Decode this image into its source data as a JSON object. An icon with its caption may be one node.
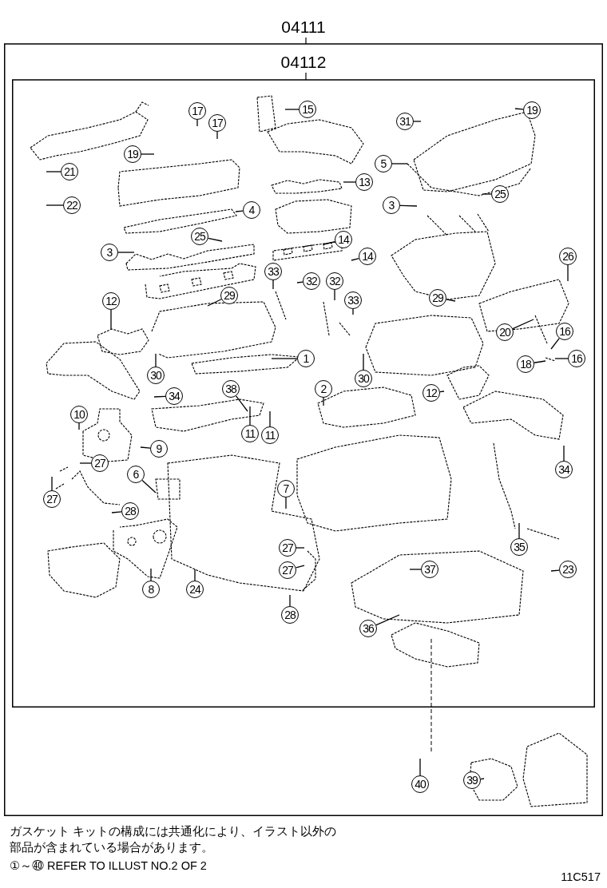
{
  "diagram": {
    "nodes": [
      {
        "text": [
          "04111"
        ]
      },
      {
        "text": [
          "04112"
        ],
        "in": 0
      },
      {
        "text": [
          "15"
        ],
        "in": 1
      },
      {
        "text": [
          "19"
        ],
        "in": 1
      },
      {
        "text": [
          "17"
        ],
        "in": 1
      },
      {
        "text": [
          "17"
        ],
        "in": 1
      },
      {
        "text": [
          "31"
        ],
        "in": 1
      },
      {
        "text": [
          "19"
        ],
        "in": 1
      },
      {
        "text": [
          "5"
        ],
        "in": 1
      },
      {
        "text": [
          "21"
        ],
        "in": 1
      },
      {
        "text": [
          "13"
        ],
        "in": 1
      },
      {
        "text": [
          "25"
        ],
        "in": 1
      },
      {
        "text": [
          "22"
        ],
        "in": 1
      },
      {
        "text": [
          "3"
        ],
        "in": 1
      },
      {
        "text": [
          "4"
        ],
        "in": 1
      },
      {
        "text": [
          "25"
        ],
        "in": 1
      },
      {
        "text": [
          "14"
        ],
        "in": 1
      },
      {
        "text": [
          "3"
        ],
        "in": 1
      },
      {
        "text": [
          "14"
        ],
        "in": 1
      },
      {
        "text": [
          "26"
        ],
        "in": 1
      },
      {
        "text": [
          "33"
        ],
        "in": 1
      },
      {
        "text": [
          "32"
        ],
        "in": 1
      },
      {
        "text": [
          "32"
        ],
        "in": 1
      },
      {
        "text": [
          "29"
        ],
        "in": 1
      },
      {
        "text": [
          "29"
        ],
        "in": 1
      },
      {
        "text": [
          "33"
        ],
        "in": 1
      },
      {
        "text": [
          "12"
        ],
        "in": 1
      },
      {
        "text": [
          "16"
        ],
        "in": 1
      },
      {
        "text": [
          "20"
        ],
        "in": 1
      },
      {
        "text": [
          "1"
        ],
        "in": 1
      },
      {
        "text": [
          "16"
        ],
        "in": 1
      },
      {
        "text": [
          "18"
        ],
        "in": 1
      },
      {
        "text": [
          "30"
        ],
        "in": 1
      },
      {
        "text": [
          "30"
        ],
        "in": 1
      },
      {
        "text": [
          "2"
        ],
        "in": 1
      },
      {
        "text": [
          "38"
        ],
        "in": 1
      },
      {
        "text": [
          "12"
        ],
        "in": 1
      },
      {
        "text": [
          "34"
        ],
        "in": 1
      },
      {
        "text": [
          "10"
        ],
        "in": 1
      },
      {
        "text": [
          "11"
        ],
        "in": 1
      },
      {
        "text": [
          "11"
        ],
        "in": 1
      },
      {
        "text": [
          "9"
        ],
        "in": 1
      },
      {
        "text": [
          "27"
        ],
        "in": 1
      },
      {
        "text": [
          "34"
        ],
        "in": 1
      },
      {
        "text": [
          "6"
        ],
        "in": 1
      },
      {
        "text": [
          "7"
        ],
        "in": 1
      },
      {
        "text": [
          "27"
        ],
        "in": 1
      },
      {
        "text": [
          "28"
        ],
        "in": 1
      },
      {
        "text": [
          "35"
        ],
        "in": 1
      },
      {
        "text": [
          "27"
        ],
        "in": 1
      },
      {
        "text": [
          "27"
        ],
        "in": 1
      },
      {
        "text": [
          "37"
        ],
        "in": 1
      },
      {
        "text": [
          "23"
        ],
        "in": 1
      },
      {
        "text": [
          "8"
        ],
        "in": 1
      },
      {
        "text": [
          "24"
        ],
        "in": 1
      },
      {
        "text": [
          "28"
        ],
        "in": 1
      },
      {
        "text": [
          "36"
        ],
        "in": 1
      },
      {
        "text": [
          "39"
        ],
        "in": 0
      },
      {
        "text": [
          "40"
        ],
        "in": 0
      }
    ],
    "edges": [
      {
        "from": 2,
        "to": null,
        "arrow": "none"
      },
      {
        "from": 3,
        "to": null,
        "arrow": "none"
      },
      {
        "from": 4,
        "to": null,
        "arrow": "none"
      },
      {
        "from": 5,
        "to": null,
        "arrow": "none"
      },
      {
        "from": 6,
        "to": null,
        "arrow": "none"
      },
      {
        "from": 7,
        "to": null,
        "arrow": "none"
      },
      {
        "from": 8,
        "to": null,
        "arrow": "none"
      },
      {
        "from": 9,
        "to": null,
        "arrow": "none"
      },
      {
        "from": 10,
        "to": null,
        "arrow": "none"
      },
      {
        "from": 11,
        "to": null,
        "arrow": "none"
      },
      {
        "from": 12,
        "to": null,
        "arrow": "none"
      },
      {
        "from": 13,
        "to": null,
        "arrow": "none"
      },
      {
        "from": 14,
        "to": null,
        "arrow": "none"
      },
      {
        "from": 15,
        "to": null,
        "arrow": "none"
      },
      {
        "from": 16,
        "to": null,
        "arrow": "none"
      },
      {
        "from": 17,
        "to": null,
        "arrow": "none"
      },
      {
        "from": 18,
        "to": null,
        "arrow": "none"
      },
      {
        "from": 19,
        "to": null,
        "arrow": "none"
      },
      {
        "from": 20,
        "to": null,
        "arrow": "none"
      },
      {
        "from": 21,
        "to": null,
        "arrow": "none"
      },
      {
        "from": 22,
        "to": null,
        "arrow": "none"
      },
      {
        "from": 23,
        "to": null,
        "arrow": "none"
      },
      {
        "from": 24,
        "to": null,
        "arrow": "none"
      },
      {
        "from": 25,
        "to": null,
        "arrow": "none"
      },
      {
        "from": 26,
        "to": null,
        "arrow": "none"
      },
      {
        "from": 27,
        "to": null,
        "arrow": "none"
      },
      {
        "from": 28,
        "to": null,
        "arrow": "none"
      },
      {
        "from": 29,
        "to": null,
        "arrow": "none"
      },
      {
        "from": 30,
        "to": null,
        "arrow": "none"
      },
      {
        "from": 31,
        "to": null,
        "arrow": "none"
      },
      {
        "from": 32,
        "to": null,
        "arrow": "none"
      },
      {
        "from": 33,
        "to": null,
        "arrow": "none"
      },
      {
        "from": 34,
        "to": null,
        "arrow": "none"
      },
      {
        "from": 35,
        "to": null,
        "arrow": "none"
      },
      {
        "from": 36,
        "to": null,
        "arrow": "none"
      },
      {
        "from": 37,
        "to": null,
        "arrow": "none"
      },
      {
        "from": 38,
        "to": null,
        "arrow": "none"
      },
      {
        "from": 39,
        "to": null,
        "arrow": "none"
      },
      {
        "from": 40,
        "to": null,
        "arrow": "none"
      },
      {
        "from": 41,
        "to": null,
        "arrow": "none"
      },
      {
        "from": 42,
        "to": null,
        "arrow": "none"
      },
      {
        "from": 43,
        "to": null,
        "arrow": "none"
      },
      {
        "from": 44,
        "to": null,
        "arrow": "none"
      },
      {
        "from": 45,
        "to": null,
        "arrow": "none"
      },
      {
        "from": 46,
        "to": null,
        "arrow": "none"
      },
      {
        "from": 47,
        "to": null,
        "arrow": "none"
      },
      {
        "from": 48,
        "to": null,
        "arrow": "none"
      },
      {
        "from": 49,
        "to": null,
        "arrow": "none"
      },
      {
        "from": 50,
        "to": null,
        "arrow": "none"
      },
      {
        "from": 51,
        "to": null,
        "arrow": "none"
      },
      {
        "from": 52,
        "to": null,
        "arrow": "none"
      },
      {
        "from": 53,
        "to": null,
        "arrow": "none"
      },
      {
        "from": 54,
        "to": null,
        "arrow": "none"
      },
      {
        "from": 55,
        "to": null,
        "arrow": "none"
      },
      {
        "from": 56,
        "to": null,
        "arrow": "none"
      },
      {
        "from": 57,
        "to": null,
        "arrow": "none"
      },
      {
        "from": 58,
        "to": null,
        "arrow": "none"
      }
    ],
    "labels": [
      "ガスケット キットの構成には共通化により、イラスト以外の部品が含まれている場合があります。",
      "①～㊵ REFER TO ILLUST NO.2 OF 2",
      "11C517"
    ]
  }
}
